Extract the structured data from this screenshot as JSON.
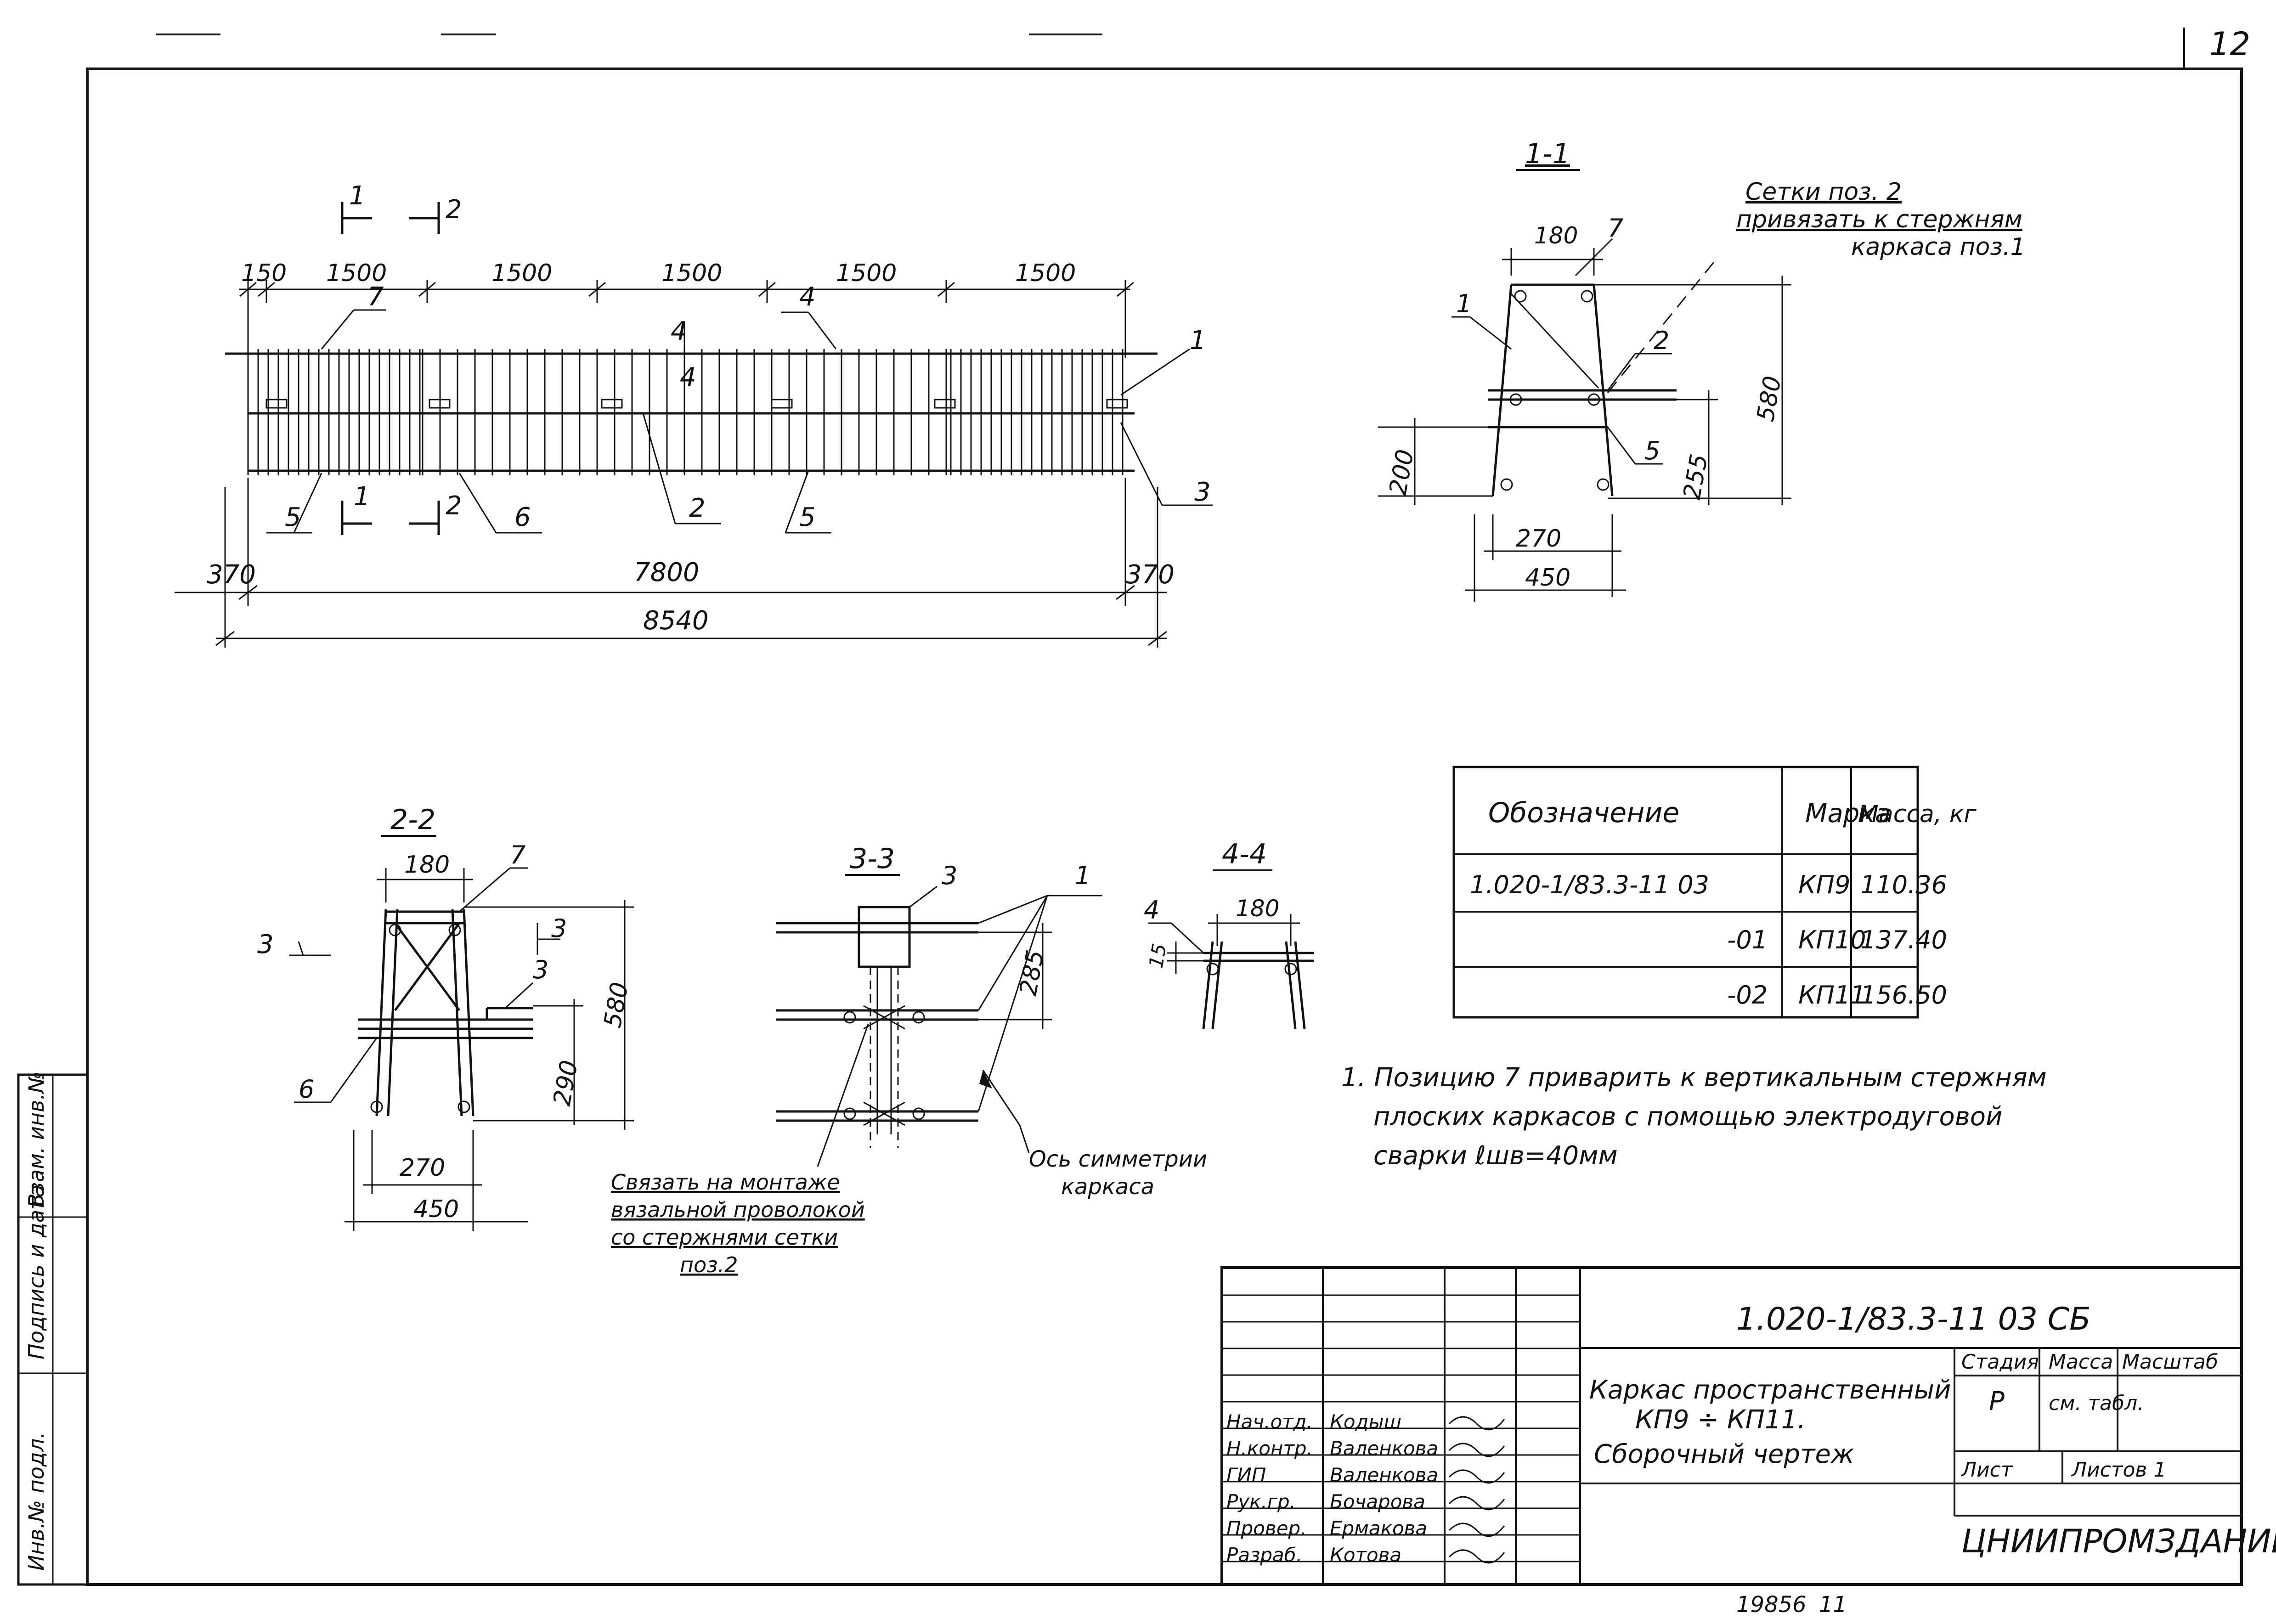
{
  "page_number": "12",
  "elevation": {
    "spacing_top": [
      "150",
      "1500",
      "1500",
      "1500",
      "1500",
      "1500"
    ],
    "dims_bottom": [
      "370",
      "7800",
      "370"
    ],
    "overall": "8540",
    "section_marks": [
      "1",
      "2",
      "1",
      "2"
    ],
    "callouts": [
      "7",
      "4",
      "4",
      "4",
      "1",
      "3",
      "5",
      "6",
      "2",
      "5"
    ]
  },
  "section_1_1": {
    "title": "1-1",
    "dims": [
      "180",
      "580",
      "200",
      "255",
      "270",
      "450"
    ],
    "callouts": [
      "7",
      "1",
      "2",
      "5"
    ],
    "note_lines": [
      "Сетки поз. 2",
      "привязать к стержням",
      "каркаса поз.1"
    ]
  },
  "section_2_2": {
    "title": "2-2",
    "dims": [
      "180",
      "580",
      "290",
      "270",
      "450"
    ],
    "callouts": [
      "7",
      "3",
      "3",
      "6"
    ],
    "cut_label": "3"
  },
  "section_3_3": {
    "title": "3-3",
    "dims": [
      "285"
    ],
    "callouts": [
      "3",
      "1"
    ],
    "note_lines": [
      "Связать на монтаже",
      "вязальной проволокой",
      "со стержнями сетки",
      "поз.2"
    ],
    "axis_note_lines": [
      "Ось симметрии",
      "каркаса"
    ]
  },
  "section_4_4": {
    "title": "4-4",
    "dims": [
      "180",
      "15"
    ],
    "callouts": [
      "4"
    ]
  },
  "spec_table": {
    "headers": [
      "Обозначение",
      "Марка",
      "Масса, кг"
    ],
    "rows": [
      [
        "1.020-1/83.3-11 03",
        "КП9",
        "110.36"
      ],
      [
        "-01",
        "КП10",
        "137.40"
      ],
      [
        "-02",
        "КП11",
        "156.50"
      ]
    ]
  },
  "general_note_lines": [
    "1. Позицию 7 приварить к вертикальным стержням",
    "плоских каркасов с помощью электродуговой",
    "сварки ℓшв=40мм"
  ],
  "side_stamp": [
    "Инв.№ подл.",
    "Подпись и дата",
    "Взам. инв.№"
  ],
  "title_block": {
    "code": "1.020-1/83.3-11 03 СБ",
    "title_lines": [
      "Каркас пространственный",
      "КП9 ÷ КП11.",
      "Сборочный чертеж"
    ],
    "col_headers": [
      "Стадия",
      "Масса",
      "Масштаб"
    ],
    "stage": "Р",
    "mass_note": "см. табл.",
    "sheet_label": "Лист",
    "sheets_label": "Листов 1",
    "org": "ЦНИИПРОМЗДАНИЙ",
    "signatories": [
      {
        "role": "Нач.отд.",
        "name": "Кодыш"
      },
      {
        "role": "Н.контр.",
        "name": "Валенкова"
      },
      {
        "role": "ГИП",
        "name": "Валенкова"
      },
      {
        "role": "Рук.гр.",
        "name": "Бочарова"
      },
      {
        "role": "Провер.",
        "name": "Ермакова"
      },
      {
        "role": "Разраб.",
        "name": "Котова"
      }
    ]
  },
  "footer": {
    "archive_no": "19856",
    "page": "11"
  }
}
